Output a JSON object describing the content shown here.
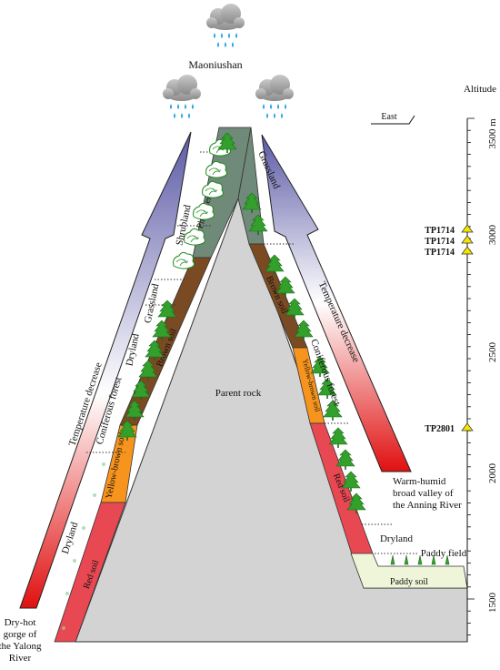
{
  "title": "Maoniushan",
  "altitude_axis": {
    "title": "Altitude",
    "unit_label": "3500 m",
    "ticks": [
      "3000",
      "2500",
      "2000",
      "1500"
    ],
    "range_m": [
      1350,
      3600
    ]
  },
  "direction": "East",
  "sites": [
    {
      "id": "TP1714",
      "altitude_m": 3010
    },
    {
      "id": "TP1714",
      "altitude_m": 2965
    },
    {
      "id": "TP1714",
      "altitude_m": 2920
    },
    {
      "id": "TP2801",
      "altitude_m": 2210
    }
  ],
  "arrows": {
    "left": "Temperature decrease",
    "right": "Temperature decrease"
  },
  "center_label": "Parent rock",
  "west_slope": {
    "soils": [
      "Phaeozem",
      "Brown soil",
      "Yellow-brown soil",
      "Red soil"
    ],
    "vegetation": [
      "Shrubland",
      "Grassland",
      "Dryland",
      "Coniferous forest",
      "Dryland"
    ]
  },
  "east_slope": {
    "soils": [
      "Brown soil",
      "Yellow-brown soil",
      "Red soil",
      "Paddy soil"
    ],
    "vegetation": [
      "Grassland",
      "Coniferous forest",
      "Dryland",
      "Paddy field"
    ]
  },
  "places": {
    "left_bottom": [
      "Dry-hot",
      "gorge of",
      "the Yalong",
      "River"
    ],
    "right_valley": [
      "Warm-humid",
      "broad valley of",
      "the Anning River"
    ]
  },
  "colors": {
    "phaeozem": "#6f8a78",
    "brown_soil": "#7a4a22",
    "yellow_brown_soil": "#f7941d",
    "red_soil": "#e84852",
    "parent_rock": "#d3d3d3",
    "paddy_soil": "#eef5d8",
    "tree_green": "#33a02c",
    "marker_yellow": "#f5e600"
  },
  "icons": [
    "rain-cloud-icon",
    "tree-icon",
    "triangle-marker-icon"
  ]
}
